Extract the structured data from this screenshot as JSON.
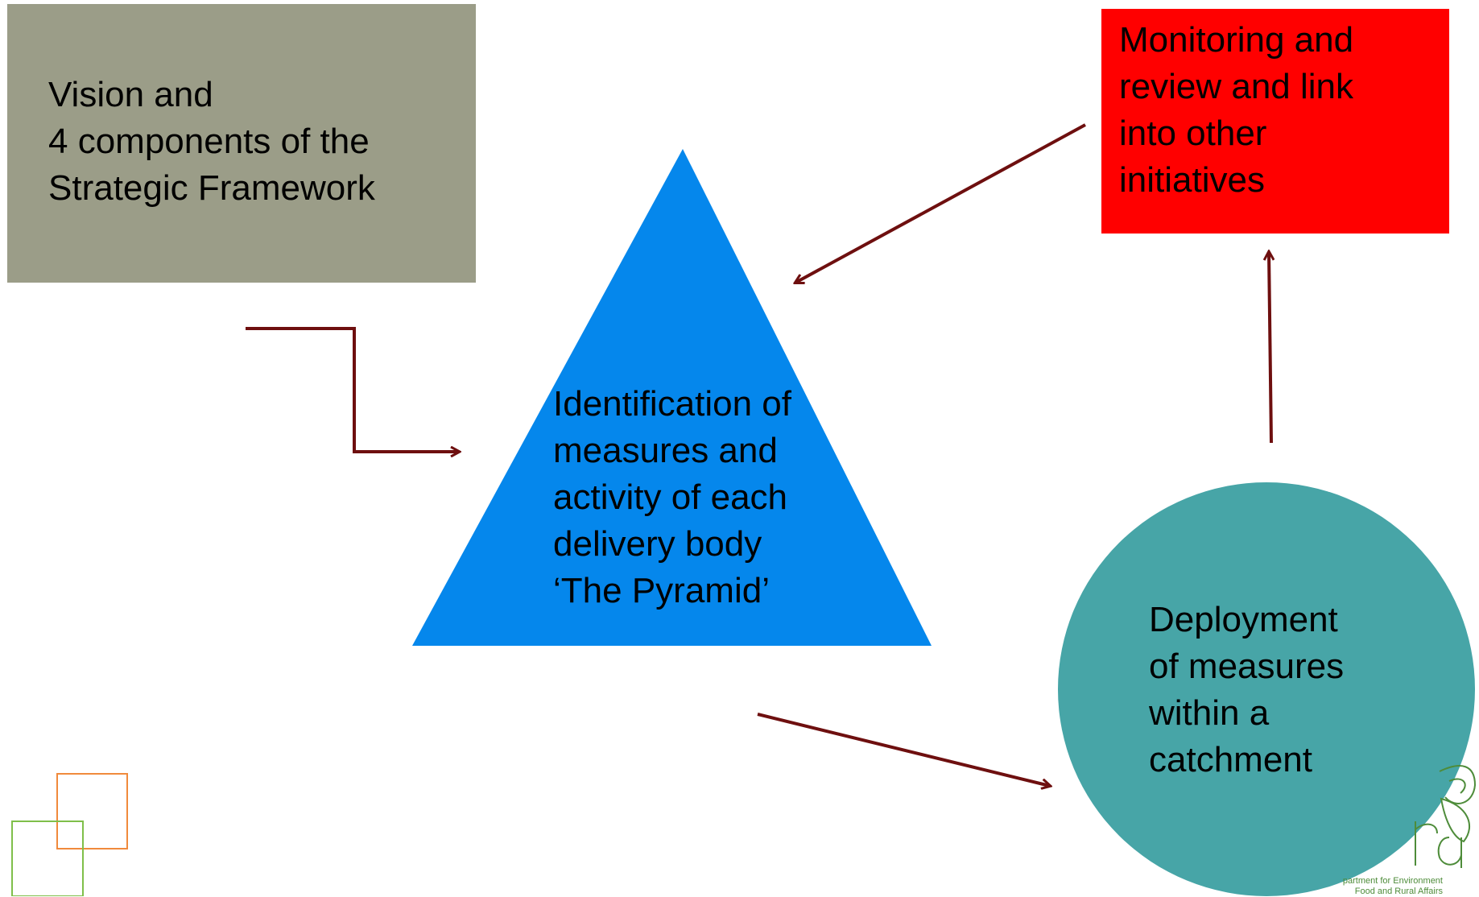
{
  "nodes": {
    "vision": {
      "text": "Vision and\n4 components of the\nStrategic Framework",
      "color": "#9b9d88"
    },
    "pyramid": {
      "text": "Identification of\nmeasures and\nactivity of each\ndelivery body\n‘The Pyramid’",
      "color": "#0587ec"
    },
    "monitoring": {
      "text": "Monitoring and\nreview and link\ninto other\ninitiatives",
      "color": "#ff0000"
    },
    "deployment": {
      "text": "Deployment\nof measures\nwithin a\ncatchment",
      "color": "#47a5a7"
    }
  },
  "arrow_color": "#6e0f0f",
  "logo": {
    "text": "partment for Environment\nFood and Rural Affairs",
    "color": "#4e8c3a"
  },
  "decor": {
    "orange_square_color": "#f08a3c",
    "green_square_color": "#7fbf4a"
  }
}
